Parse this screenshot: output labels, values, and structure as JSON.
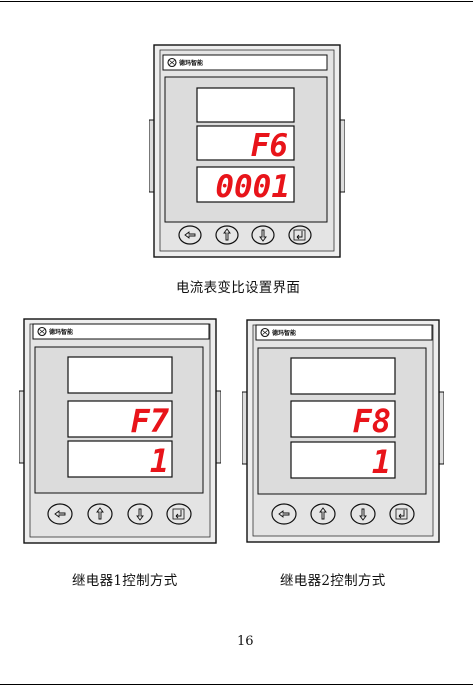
{
  "page_number": "16",
  "colors": {
    "segment_red": "#e8141a",
    "panel": "#dcdcdc",
    "frame": "#111111"
  },
  "meters": [
    {
      "brand": "德玛智能",
      "rows": [
        "",
        "F6",
        "0001"
      ],
      "buttons": [
        "left-arrow-icon",
        "up-arrow-icon",
        "down-arrow-icon",
        "enter-icon"
      ],
      "caption": "电流表变比设置界面"
    },
    {
      "brand": "德玛智能",
      "rows": [
        "",
        "F7",
        "1"
      ],
      "buttons": [
        "left-arrow-icon",
        "up-arrow-icon",
        "down-arrow-icon",
        "enter-icon"
      ],
      "caption": "继电器1控制方式"
    },
    {
      "brand": "德玛智能",
      "rows": [
        "",
        "F8",
        "1"
      ],
      "buttons": [
        "left-arrow-icon",
        "up-arrow-icon",
        "down-arrow-icon",
        "enter-icon"
      ],
      "caption": "继电器2控制方式"
    }
  ]
}
